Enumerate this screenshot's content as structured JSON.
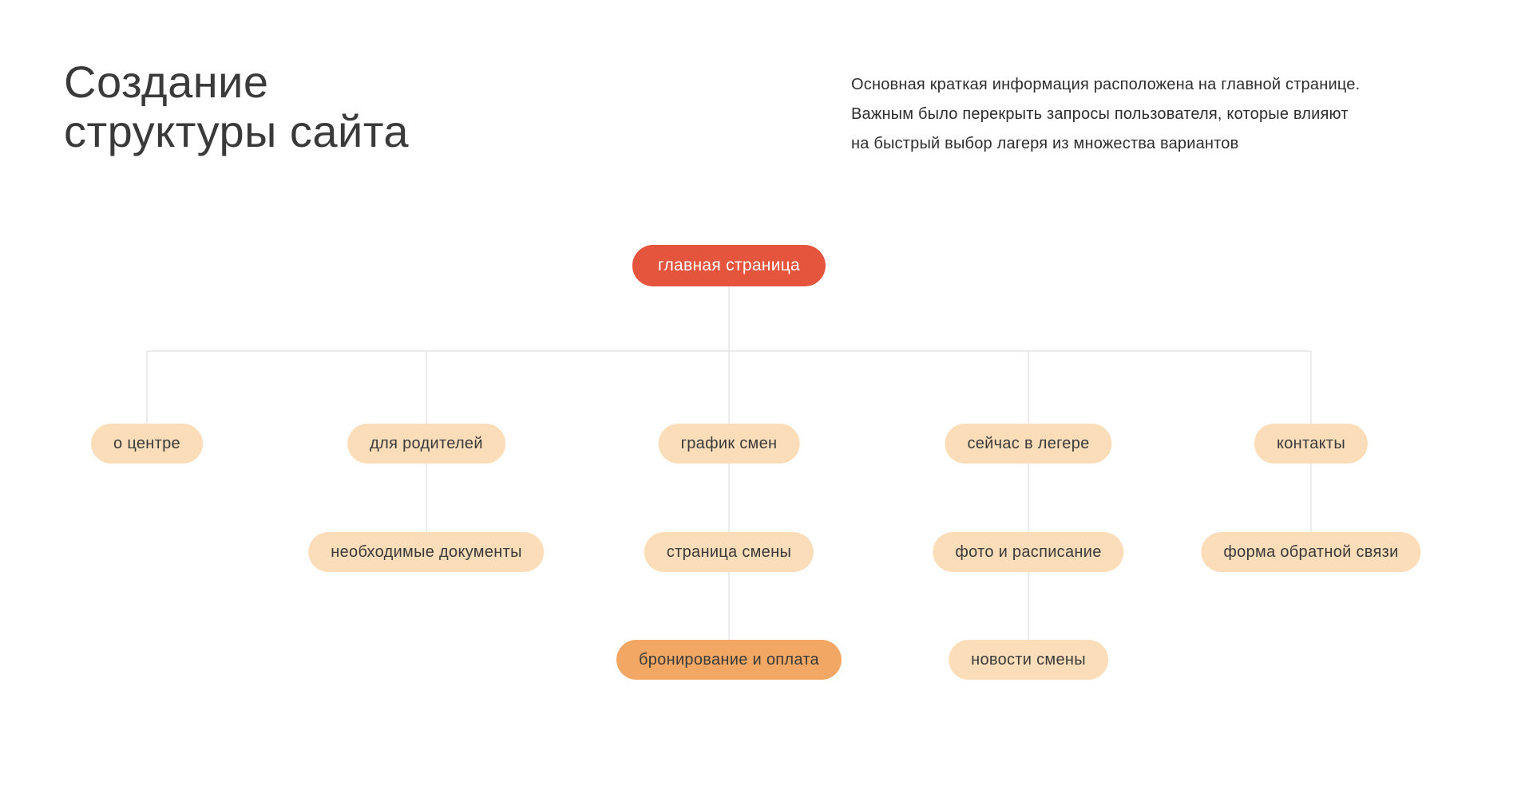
{
  "page": {
    "background_color": "#ffffff"
  },
  "header": {
    "title": "Создание\nструктуры сайта",
    "description": "Основная краткая информация расположена на главной странице.\nВажным было перекрыть запросы пользователя, которые влияют\nна быстрый выбор лагеря из множества вариантов"
  },
  "colors": {
    "root_node_background": "#e5543d",
    "root_node_text": "#ffffff",
    "node_background": "#fcddb9",
    "node_highlight_background": "#f2a864",
    "node_text": "#3a3a3a",
    "title_text": "#3a3a3a",
    "description_text": "#2e2e2e",
    "connector_line": "#d8d8d8"
  },
  "tree": {
    "nodes": [
      {
        "id": "home",
        "label": "главная страница",
        "level": 0,
        "variant": "root",
        "parent": null
      },
      {
        "id": "about-center",
        "label": "о центре",
        "level": 1,
        "variant": "default",
        "parent": "home"
      },
      {
        "id": "for-parents",
        "label": "для родителей",
        "level": 1,
        "variant": "default",
        "parent": "home"
      },
      {
        "id": "shift-schedule",
        "label": "график смен",
        "level": 1,
        "variant": "default",
        "parent": "home"
      },
      {
        "id": "camp-now",
        "label": "сейчас в легере",
        "level": 1,
        "variant": "default",
        "parent": "home"
      },
      {
        "id": "contacts",
        "label": "контакты",
        "level": 1,
        "variant": "default",
        "parent": "home"
      },
      {
        "id": "documents",
        "label": "необходимые документы",
        "level": 2,
        "variant": "default",
        "parent": "for-parents"
      },
      {
        "id": "shift-page",
        "label": "страница смены",
        "level": 2,
        "variant": "default",
        "parent": "shift-schedule"
      },
      {
        "id": "photo-schedule",
        "label": "фото и расписание",
        "level": 2,
        "variant": "default",
        "parent": "camp-now"
      },
      {
        "id": "feedback-form",
        "label": "форма обратной связи",
        "level": 2,
        "variant": "default",
        "parent": "contacts"
      },
      {
        "id": "booking-payment",
        "label": "бронирование и оплата",
        "level": 3,
        "variant": "highlight",
        "parent": "shift-page"
      },
      {
        "id": "shift-news",
        "label": "новости смены",
        "level": 3,
        "variant": "default",
        "parent": "photo-schedule"
      }
    ]
  }
}
